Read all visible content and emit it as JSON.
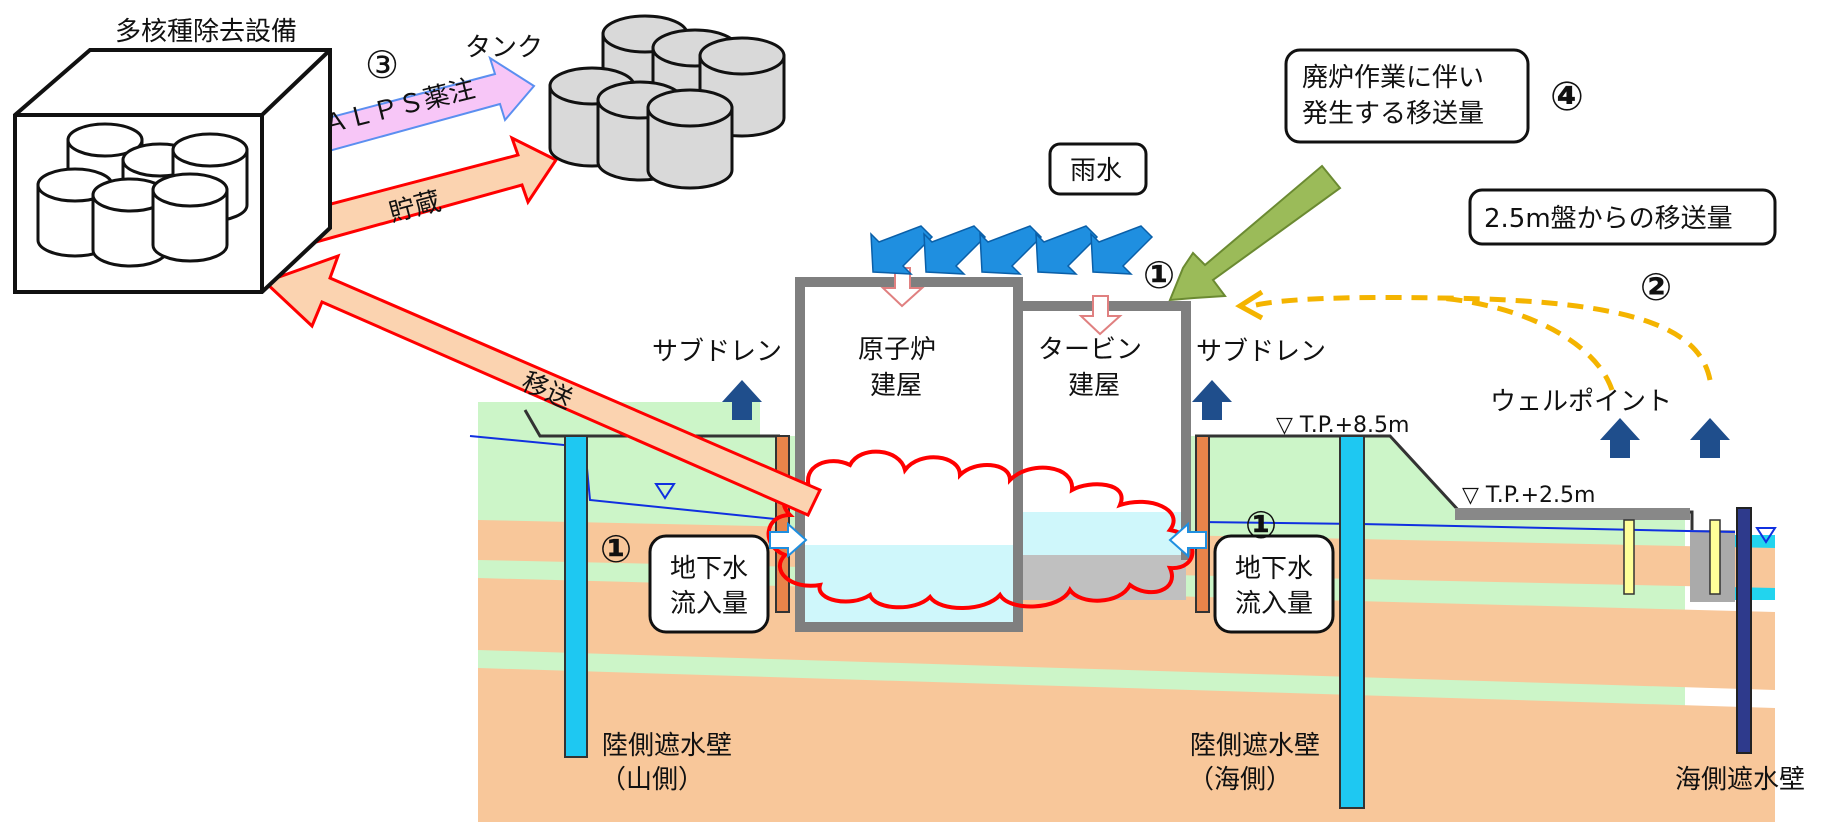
{
  "labels": {
    "treatment_facility": "多核種除去設備",
    "tank": "タンク",
    "alps_injection": "ＡＬＰＳ薬注",
    "storage": "貯蔵",
    "transfer": "移送",
    "rain": "雨水",
    "decommissioning_line1": "廃炉作業に伴い",
    "decommissioning_line2": "発生する移送量",
    "from_25m_line": "2.5m盤からの移送量",
    "subdrain_left": "サブドレン",
    "subdrain_right": "サブドレン",
    "reactor_line1": "原子炉",
    "reactor_line2": "建屋",
    "turbine_line1": "タービン",
    "turbine_line2": "建屋",
    "wellpoint": "ウェルポイント",
    "tp85": "▽ T.P.+8.5m",
    "tp25": "▽ T.P.+2.5m",
    "gw_left_line1": "地下水",
    "gw_left_line2": "流入量",
    "gw_right_line1": "地下水",
    "gw_right_line2": "流入量",
    "landwall_mountain_line1": "陸側遮水壁",
    "landwall_mountain_line2": "（山側）",
    "landwall_sea_line1": "陸側遮水壁",
    "landwall_sea_line2": "（海側）",
    "seawall": "海側遮水壁"
  },
  "markers": {
    "one_rain": "①",
    "one_left": "①",
    "one_right": "①",
    "two": "②",
    "three": "③",
    "four": "④"
  },
  "colors": {
    "ground_green": "#ccf5c8",
    "soil_orange": "#f8c79a",
    "wall_cyan": "#1ec8f2",
    "rain_arrow": "#1f8fe0",
    "subdrain_arrow": "#1f4e8c",
    "leak_red": "#ff0000",
    "alps_pink": "#f7c6f7",
    "storage_orange": "#fbd3b0",
    "green_arrow": "#9bbb59",
    "wellpoint_dashed": "#f4b400"
  }
}
